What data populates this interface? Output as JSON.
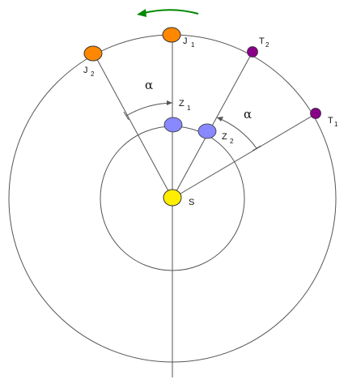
{
  "colors": {
    "sun": "#ffee00",
    "jupiter": "#ff8800",
    "earth": "#8888ff",
    "target": "#880088",
    "arrow": "#008800",
    "line": "#555555"
  },
  "labels": {
    "sun": "S",
    "jupiter1": {
      "main": "J",
      "sub": "1"
    },
    "jupiter2": {
      "main": "J",
      "sub": "2"
    },
    "earth1": {
      "main": "Z",
      "sub": "1"
    },
    "earth2": {
      "main": "Z",
      "sub": "2"
    },
    "target1": {
      "main": "T",
      "sub": "1"
    },
    "target2": {
      "main": "T",
      "sub": "2"
    },
    "alpha_left": "α",
    "alpha_right": "α"
  }
}
